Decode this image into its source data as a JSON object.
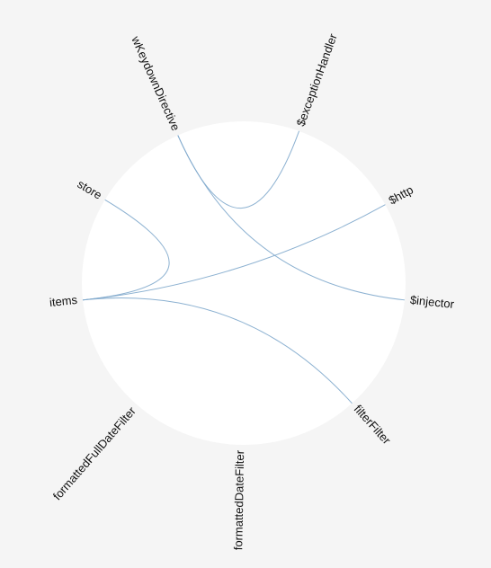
{
  "diagram": {
    "type": "hierarchical-edge-bundling",
    "background_color": "#f5f5f5",
    "circle_color": "#ffffff",
    "link_color": "#7fa9cc",
    "nodes": [
      {
        "id": "wKeydownDirective",
        "label": "wKeydownDirective",
        "angle": 336
      },
      {
        "id": "exceptionHandler",
        "label": "$exceptionHandler",
        "angle": 20
      },
      {
        "id": "http",
        "label": "$http",
        "angle": 61
      },
      {
        "id": "injector",
        "label": "$injector",
        "angle": 96
      },
      {
        "id": "filterFilter",
        "label": "filterFilter",
        "angle": 138
      },
      {
        "id": "formattedDateFilter",
        "label": "formattedDateFilter",
        "angle": 181
      },
      {
        "id": "formattedFullDateFilter",
        "label": "formattedFullDateFilter",
        "angle": 221
      },
      {
        "id": "items",
        "label": "items",
        "angle": 264
      },
      {
        "id": "store",
        "label": "store",
        "angle": 301
      }
    ],
    "links": [
      {
        "source": "wKeydownDirective",
        "target": "exceptionHandler"
      },
      {
        "source": "wKeydownDirective",
        "target": "injector"
      },
      {
        "source": "items",
        "target": "store"
      },
      {
        "source": "items",
        "target": "http"
      },
      {
        "source": "items",
        "target": "filterFilter"
      }
    ]
  }
}
